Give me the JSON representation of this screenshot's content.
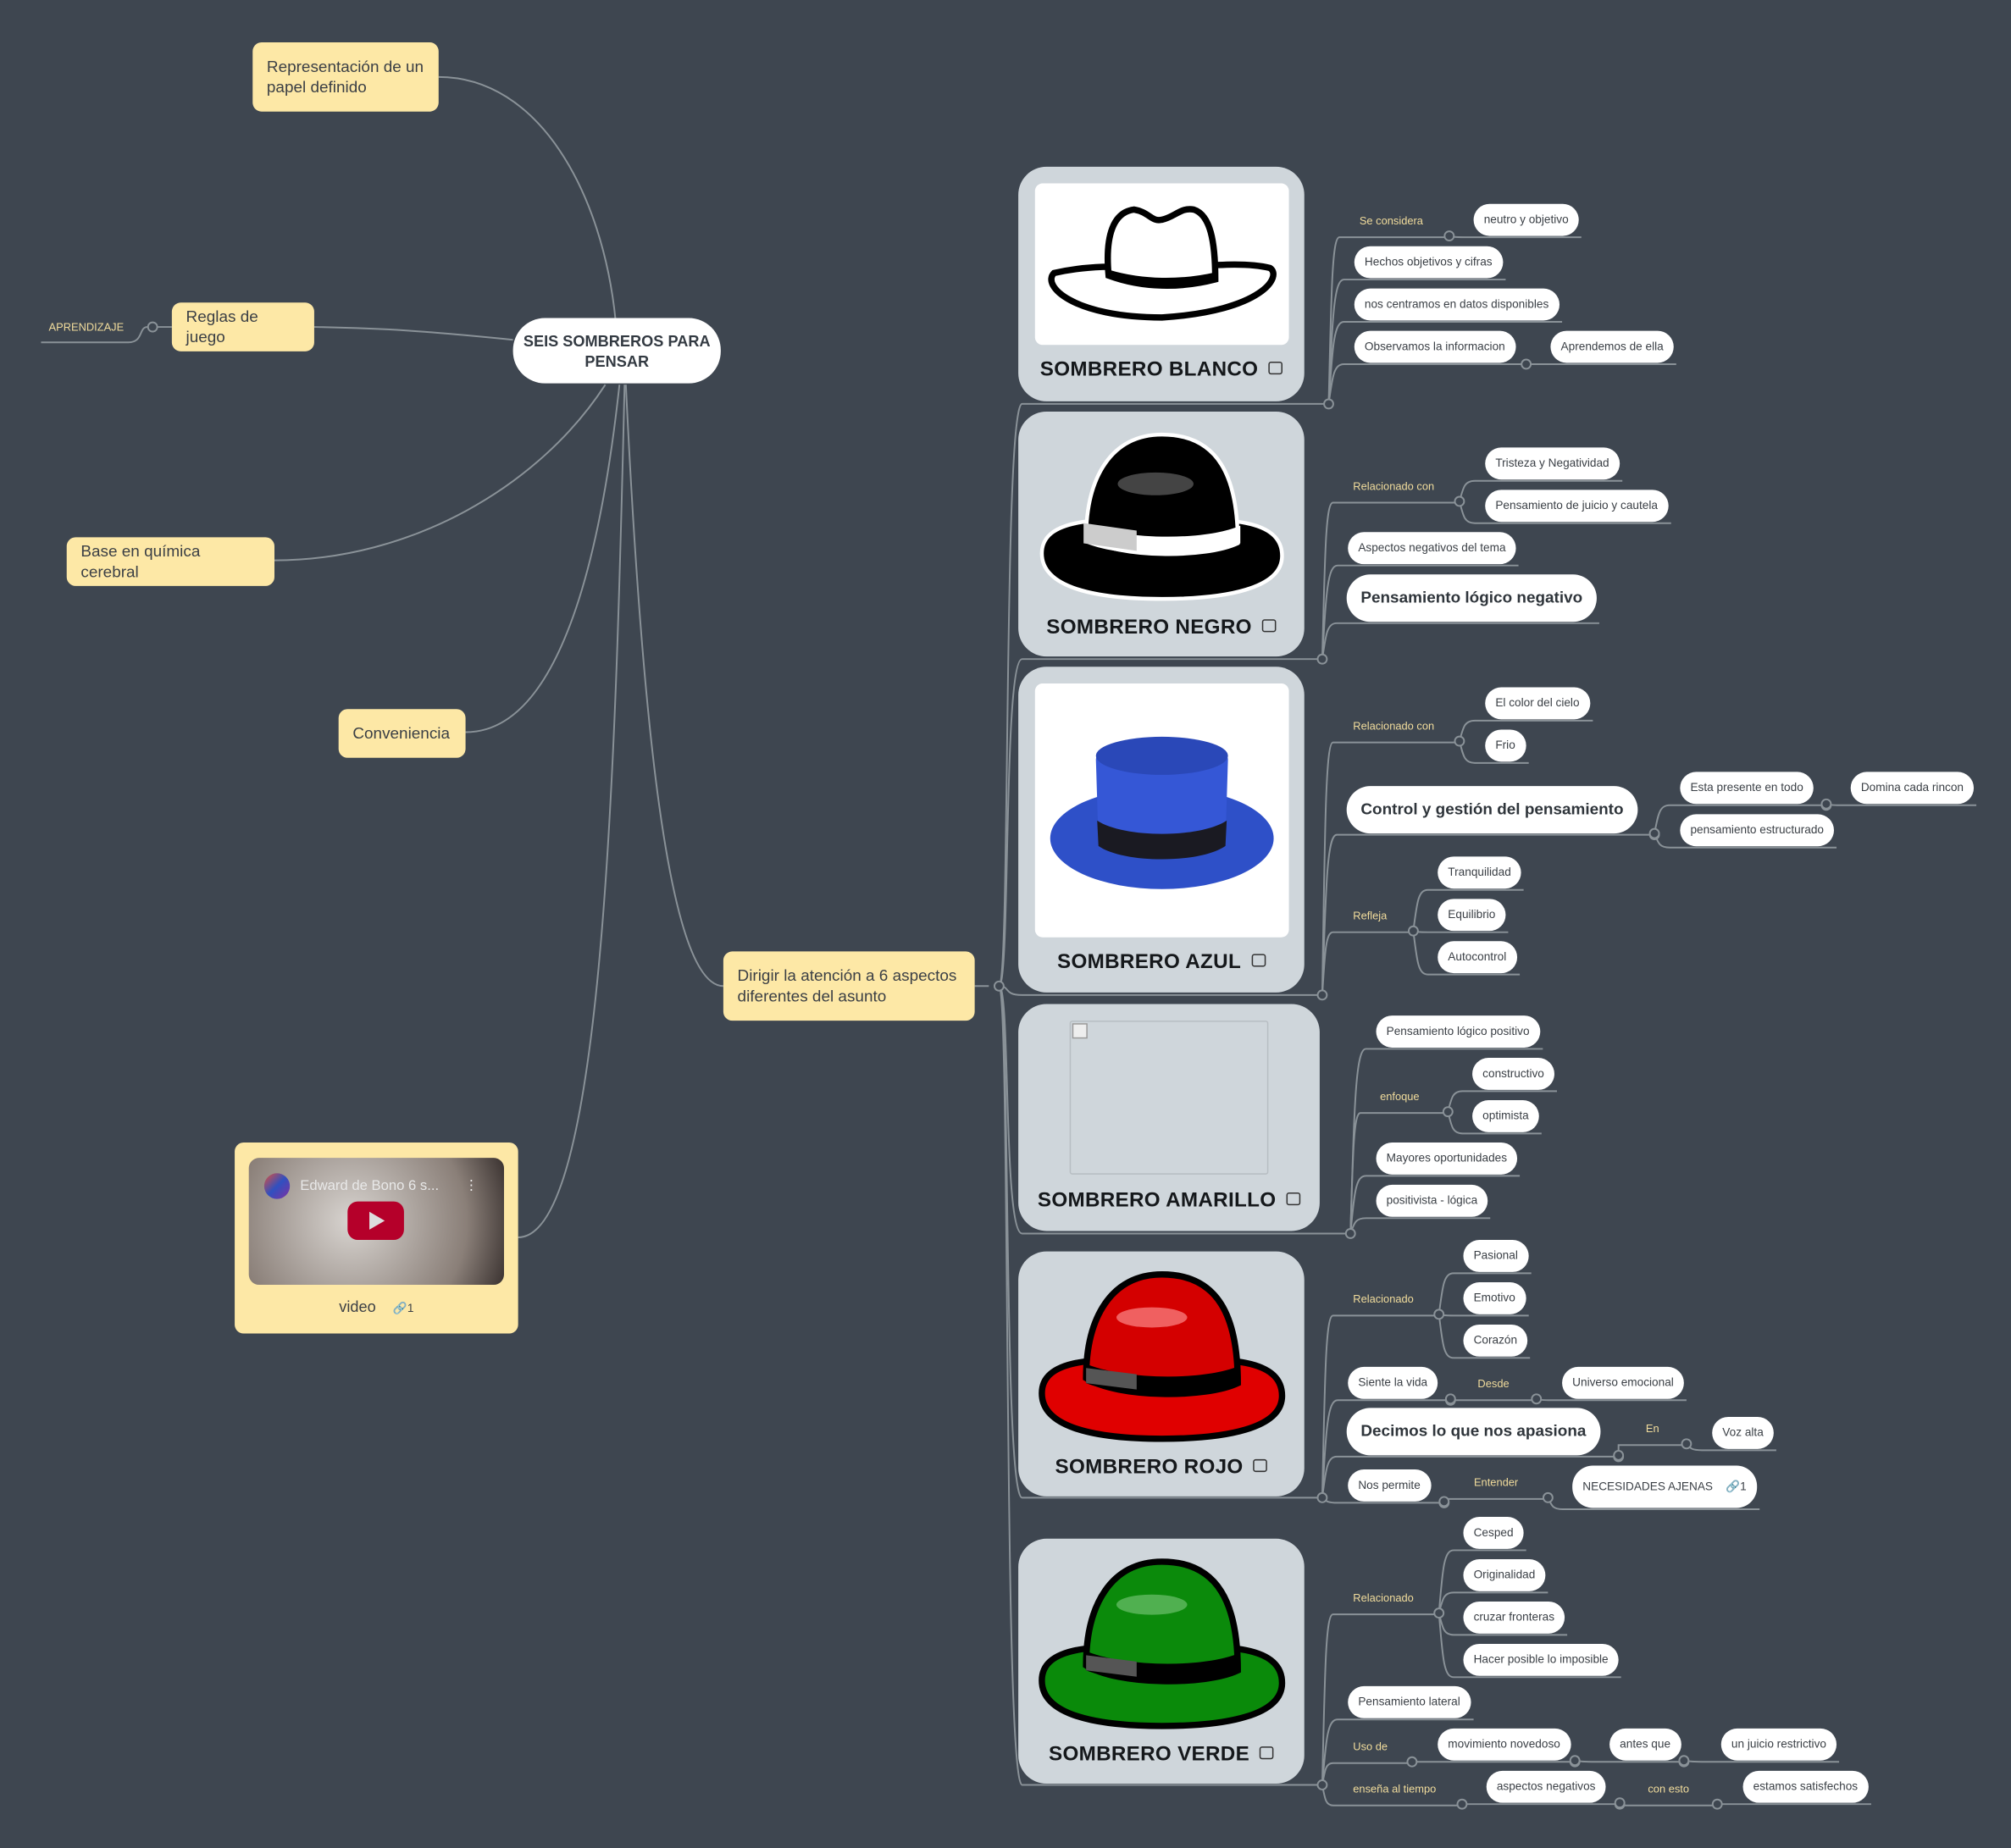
{
  "central": {
    "title": "SEIS SOMBREROS PARA PENSAR"
  },
  "left_nodes": {
    "representacion": "Representación de un papel definido",
    "reglas": "Reglas de juego",
    "aprendizaje": "APRENDIZAJE",
    "quimica": "Base en química cerebral",
    "conveniencia": "Conveniencia"
  },
  "video": {
    "thumbnail_title": "Edward de Bono 6 s...",
    "label": "video",
    "link_icon": "link-icon",
    "link_count": "1"
  },
  "branch": {
    "title": "Dirigir la atención a 6 aspectos diferentes del asunto"
  },
  "colors": {
    "background": "#3e4650",
    "topic": "#fde8a6",
    "card": "#cfd6db",
    "label": "#f1dc9c"
  },
  "hats": {
    "blanco": {
      "title": "SOMBRERO BLANCO",
      "se_considera": "Se considera",
      "neutro": "neutro y objetivo",
      "hechos": "Hechos objetivos y cifras",
      "datos": "nos centramos en datos disponibles",
      "observamos": "Observamos la informacion",
      "aprendemos": "Aprendemos de ella"
    },
    "negro": {
      "title": "SOMBRERO NEGRO",
      "relacionado": "Relacionado con",
      "tristeza": "Tristeza y Negatividad",
      "juicio": "Pensamiento de juicio y cautela",
      "aspectos": "Aspectos negativos del tema",
      "logico": "Pensamiento lógico negativo"
    },
    "azul": {
      "title": "SOMBRERO AZUL",
      "relacionado": "Relacionado con",
      "cielo": "El color del cielo",
      "frio": "Frio",
      "control": "Control y gestión del pensamiento",
      "presente": "Esta presente en todo",
      "domina": "Domina cada rincon",
      "estructurado": "pensamiento estructurado",
      "refleja": "Refleja",
      "tranquilidad": "Tranquilidad",
      "equilibrio": "Equilibrio",
      "autocontrol": "Autocontrol"
    },
    "amarillo": {
      "title": "SOMBRERO AMARILLO",
      "positivo": "Pensamiento lógico positivo",
      "enfoque": "enfoque",
      "constructivo": "constructivo",
      "optimista": "optimista",
      "oportunidades": "Mayores oportunidades",
      "positivista": "positivista - lógica"
    },
    "rojo": {
      "title": "SOMBRERO ROJO",
      "relacionado": "Relacionado",
      "pasional": "Pasional",
      "emotivo": "Emotivo",
      "corazon": "Corazón",
      "siente": "Siente la vida",
      "desde": "Desde",
      "universo": "Universo emocional",
      "decimos": "Decimos lo que nos apasiona",
      "en": "En",
      "voz": "Voz alta",
      "permite": "Nos permite",
      "entender": "Entender",
      "necesidades": "NECESIDADES AJENAS",
      "necesidades_links": "1"
    },
    "verde": {
      "title": "SOMBRERO VERDE",
      "relacionado": "Relacionado",
      "cesped": "Cesped",
      "originalidad": "Originalidad",
      "fronteras": "cruzar fronteras",
      "imposible": "Hacer posible lo imposible",
      "lateral": "Pensamiento lateral",
      "uso": "Uso de",
      "movimiento": "movimiento novedoso",
      "antes": "antes que",
      "juicio": "un juicio restrictivo",
      "ensena": "enseña al tiempo",
      "aspectos": "aspectos negativos",
      "con_esto": "con esto",
      "satisfechos": "estamos satisfechos"
    }
  }
}
